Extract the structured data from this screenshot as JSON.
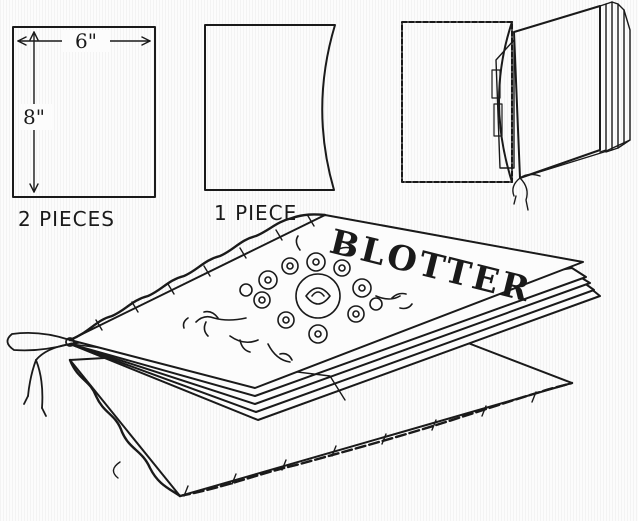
{
  "figure": {
    "pieces_label": "2 PIECES",
    "piece_label": "1 PIECE",
    "width_dim": "6\"",
    "height_dim": "8\"",
    "cover_title": "BLOTTER"
  },
  "colors": {
    "ink": "#1a1a1a",
    "paper": "#ffffff"
  }
}
